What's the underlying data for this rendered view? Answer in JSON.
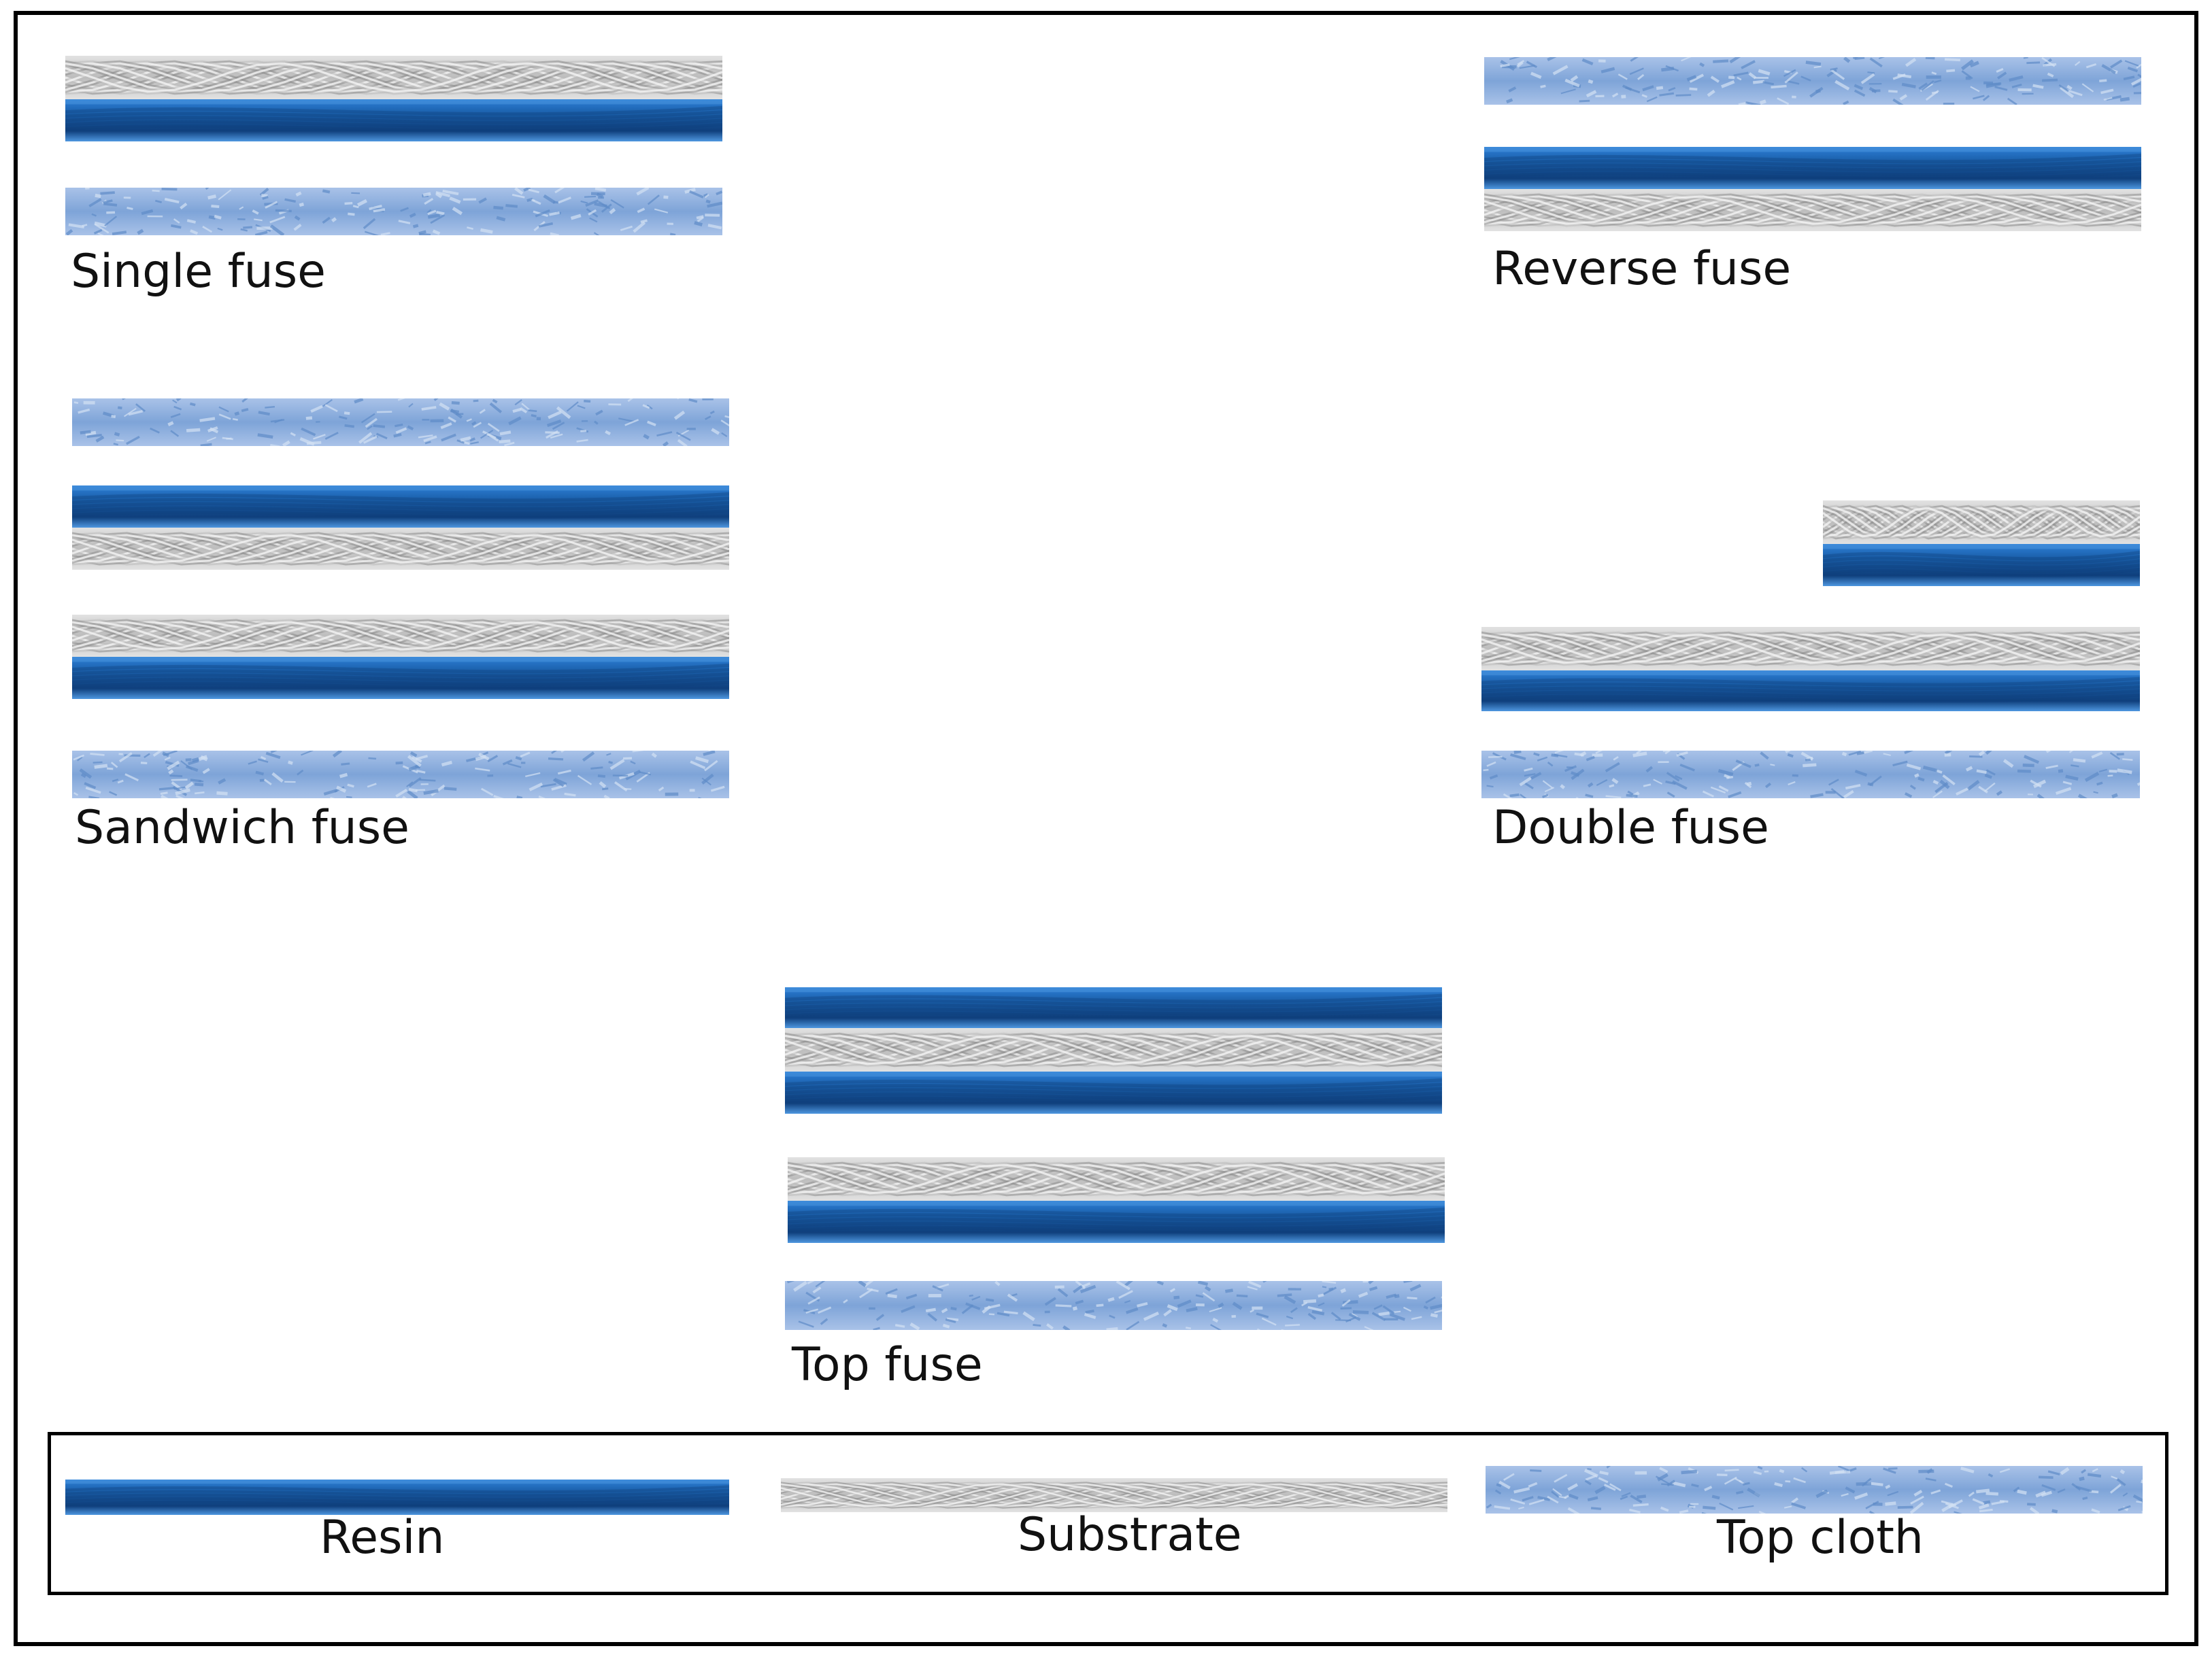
{
  "diagram": {
    "layer_types": {
      "resin": {
        "name": "Resin",
        "colors": [
          "#1a5ea8",
          "#2d7fd6",
          "#0f3f7c",
          "#4e97e0"
        ]
      },
      "substrate": {
        "name": "Substrate",
        "colors": [
          "#f4f4f4",
          "#bdbdbd",
          "#8c8c8c",
          "#e2e2e2"
        ]
      },
      "topcloth": {
        "name": "Top cloth",
        "colors": [
          "#a9c2e8",
          "#7ea4d8",
          "#5f8cc8",
          "#d4e2f4"
        ]
      }
    },
    "configurations": [
      {
        "id": "single",
        "label": "Single fuse",
        "stack": [
          "substrate",
          "resin",
          "gap",
          "topcloth"
        ]
      },
      {
        "id": "reverse",
        "label": "Reverse fuse",
        "stack": [
          "topcloth",
          "gap",
          "resin",
          "substrate"
        ]
      },
      {
        "id": "sandwich",
        "label": "Sandwich fuse",
        "stack": [
          "topcloth",
          "gap",
          "resin",
          "substrate",
          "gap",
          "substrate",
          "resin",
          "gap",
          "topcloth"
        ]
      },
      {
        "id": "double",
        "label": "Double fuse",
        "stack": [
          "substrate",
          "resin",
          "gap",
          "substrate",
          "resin",
          "gap",
          "topcloth"
        ]
      },
      {
        "id": "top",
        "label": "Top fuse",
        "stack": [
          "resin",
          "substrate",
          "resin",
          "gap",
          "substrate",
          "resin",
          "gap",
          "topcloth"
        ]
      }
    ],
    "legend": [
      {
        "type": "resin",
        "label": "Resin"
      },
      {
        "type": "substrate",
        "label": "Substrate"
      },
      {
        "type": "topcloth",
        "label": "Top cloth"
      }
    ]
  }
}
